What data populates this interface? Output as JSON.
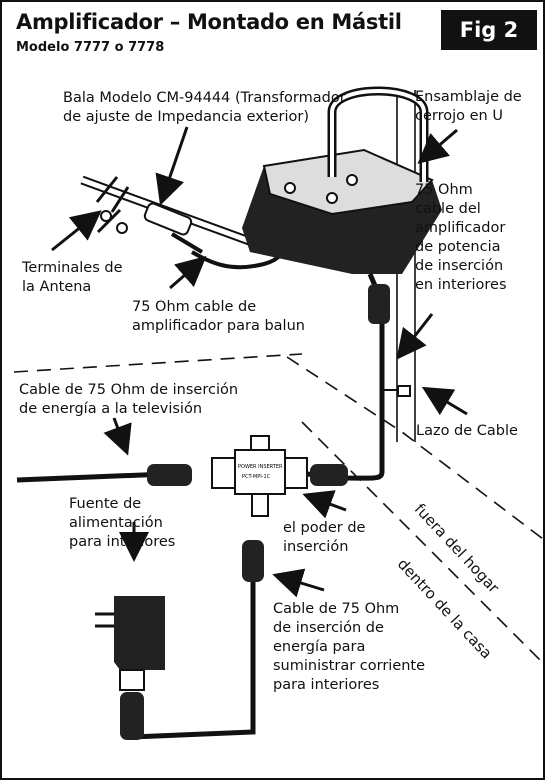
{
  "header": {
    "title": "Amplificador – Montado en Mástil",
    "subtitle": "Modelo 7777 o 7778",
    "figure_badge": "Fig 2"
  },
  "labels": {
    "balun": [
      "Bala Modelo CM-94444 (Transformador",
      "de ajuste de Impedancia exterior)"
    ],
    "u_bolt": [
      "Ensamblaje de",
      "cerrojo en U"
    ],
    "amp_cable": [
      "75 Ohm",
      "cable del",
      "amplificador",
      "de potencia",
      "de inserción",
      "en interiores"
    ],
    "antenna_terminals": [
      "Terminales de",
      "la Antena"
    ],
    "balun_cable": [
      "75 Ohm cable de",
      "amplificador para balun"
    ],
    "tv_cable": [
      "Cable de 75 Ohm de inserción",
      "de energía a la televisión"
    ],
    "cable_tie": "Lazo de Cable",
    "power_supply": [
      "Fuente de",
      "alimentación",
      "para interiores"
    ],
    "power_inserter": [
      "el poder de",
      "inserción"
    ],
    "supply_cable": [
      "Cable de 75 Ohm",
      "de inserción de",
      "energía para",
      "suministrar corriente",
      "para interiores"
    ],
    "outside_home": "fuera del hogar",
    "inside_house": "dentro de la casa",
    "inserter_device_text": [
      "POWER INSERTER",
      "PCT-MPI-1C"
    ]
  }
}
